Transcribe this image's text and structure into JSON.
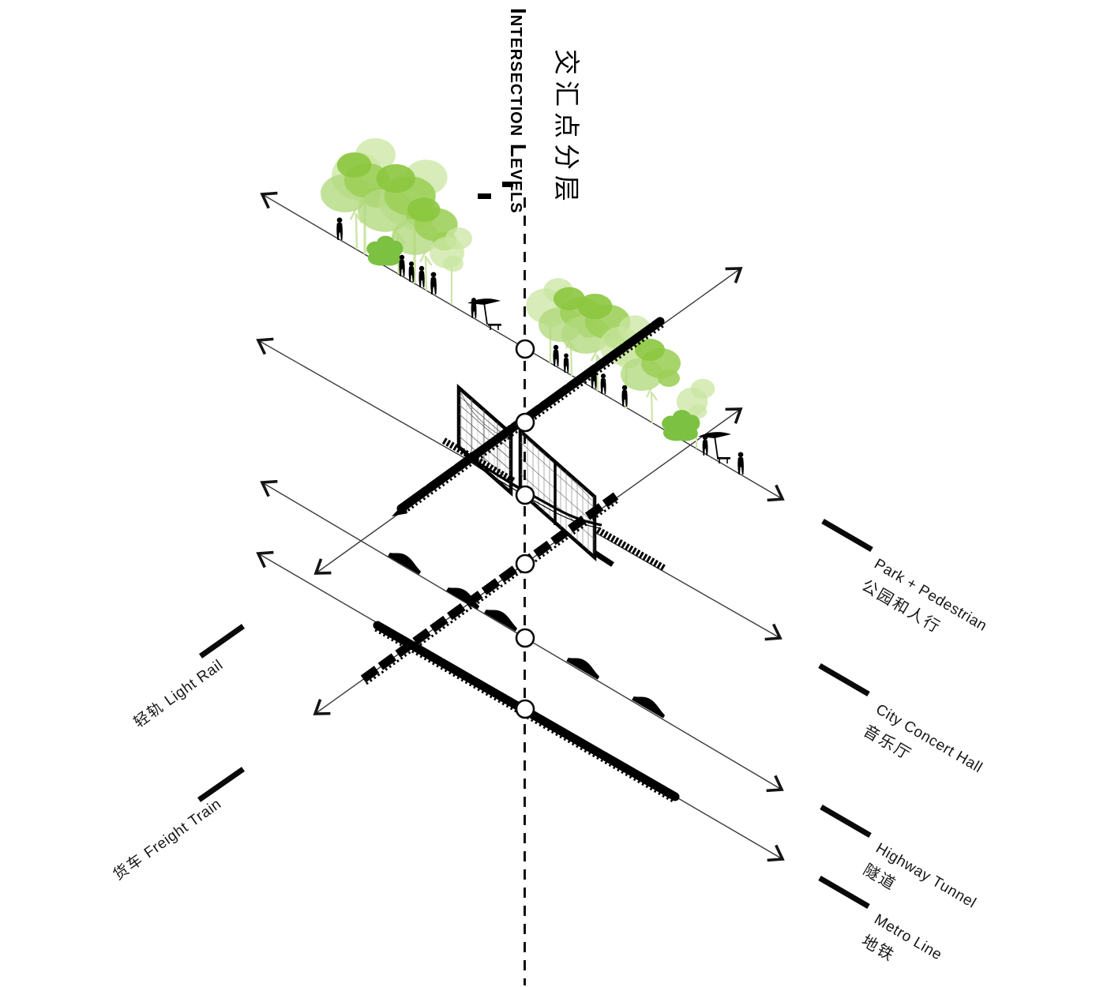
{
  "title": {
    "en": "Intersection Levels",
    "cn": "交汇点分层"
  },
  "levels": [
    {
      "en": "Park + Pedestrian",
      "cn": "公园和人行",
      "side": "right",
      "feature": "trees-and-pedestrians"
    },
    {
      "en": "City Concert Hall",
      "cn": "音乐厅",
      "side": "right",
      "feature": "building-section"
    },
    {
      "en": "Highway Tunnel",
      "cn": "隧道",
      "side": "right",
      "feature": "cars"
    },
    {
      "en": "Metro Line",
      "cn": "地铁",
      "side": "right",
      "feature": "metro-train"
    },
    {
      "cn": "轻轨",
      "en": "Light Rail",
      "side": "left",
      "feature": "light-rail-train"
    },
    {
      "cn": "货车",
      "en": "Freight Train",
      "side": "left",
      "feature": "freight-train-cars"
    }
  ],
  "intersection_nodes": 6,
  "colors": {
    "ink": "#000000",
    "axis_line": "#3a3a3a",
    "foliage_light": "#c9e6a0",
    "foliage_mid": "#9ccf56",
    "foliage_dark": "#7cc142"
  }
}
